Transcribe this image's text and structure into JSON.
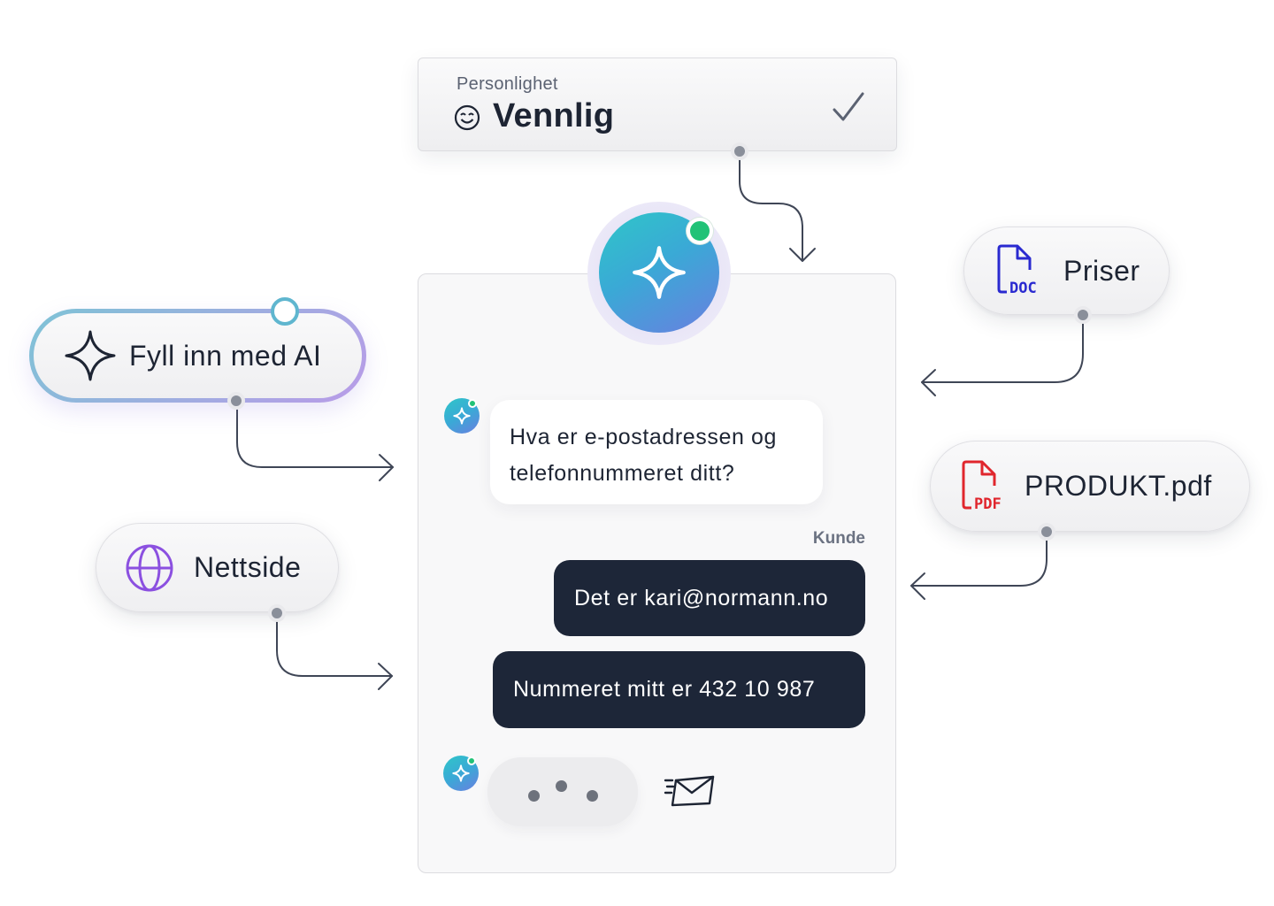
{
  "personality": {
    "caption": "Personlighet",
    "value": "Vennlig",
    "icons": [
      "smile-icon",
      "check-icon"
    ]
  },
  "sources": {
    "ai_fill": {
      "label": "Fyll inn med AI",
      "icon": "sparkle-icon"
    },
    "website": {
      "label": "Nettside",
      "icon": "globe-icon",
      "color": "#8b50e0"
    },
    "prices": {
      "label": "Priser",
      "icon": "doc-file-icon",
      "color": "#2a2ad0"
    },
    "product": {
      "label": "PRODUKT.pdf",
      "icon": "pdf-file-icon",
      "color": "#e0262d"
    }
  },
  "chat": {
    "bot_question": "Hva er e-postadressen og telefonnummeret ditt?",
    "sender_label": "Kunde",
    "user_messages": [
      "Det er kari@normann.no",
      "Nummeret mitt er 432 10 987"
    ],
    "status_icons": [
      "typing-indicator",
      "send-email-icon"
    ]
  },
  "colors": {
    "bubble_dark": "#1d2638",
    "online": "#21c277",
    "ai_gradient_start": "#2fc6c8",
    "ai_gradient_end": "#6a7fe0",
    "ai_border_start": "#7ec3d6",
    "ai_border_end": "#b99be8"
  }
}
